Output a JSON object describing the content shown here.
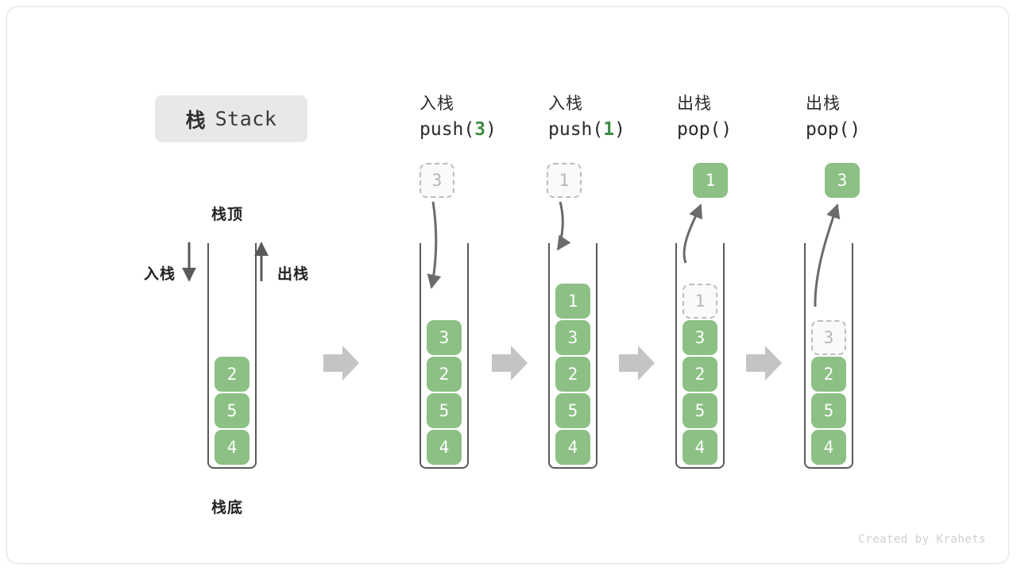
{
  "title": {
    "cn": "栈",
    "en": "Stack"
  },
  "labels": {
    "top": "栈顶",
    "bottom": "栈底",
    "push": "入栈",
    "pop": "出栈"
  },
  "colors": {
    "cell_fill": "#8cc084",
    "cell_text": "#ffffff",
    "ghost_border": "#bdbdbd",
    "ghost_text": "#b5b5b5",
    "arrow": "#6b6b6b",
    "sep_arrow": "#c4c4c4",
    "accent_arg": "#3f8c45",
    "badge_bg": "#e8e8e8"
  },
  "initial_stack": {
    "items": [
      "4",
      "5",
      "2"
    ],
    "top_label": "栈顶",
    "bottom_label": "栈底",
    "push_label": "入栈",
    "pop_label": "出栈"
  },
  "steps": [
    {
      "op": "入栈",
      "fn_prefix": "push(",
      "fn_arg": "3",
      "fn_suffix": ")",
      "pending": "3",
      "pending_type": "ghost",
      "direction": "down",
      "items": [
        "4",
        "5",
        "2",
        "3"
      ]
    },
    {
      "op": "入栈",
      "fn_prefix": "push(",
      "fn_arg": "1",
      "fn_suffix": ")",
      "pending": "1",
      "pending_type": "ghost",
      "direction": "down",
      "items": [
        "4",
        "5",
        "2",
        "3",
        "1"
      ]
    },
    {
      "op": "出栈",
      "fn_prefix": "pop(",
      "fn_arg": "",
      "fn_suffix": ")",
      "pending": "1",
      "pending_type": "solid",
      "direction": "up",
      "items": [
        "4",
        "5",
        "2",
        "3"
      ],
      "ghost_top": "1"
    },
    {
      "op": "出栈",
      "fn_prefix": "pop(",
      "fn_arg": "",
      "fn_suffix": ")",
      "pending": "3",
      "pending_type": "solid",
      "direction": "up",
      "items": [
        "4",
        "5",
        "2"
      ],
      "ghost_top": "3"
    }
  ],
  "separators": [
    "arrow-right",
    "arrow-right",
    "arrow-right",
    "arrow-right"
  ],
  "credit": "Created by Krahets"
}
